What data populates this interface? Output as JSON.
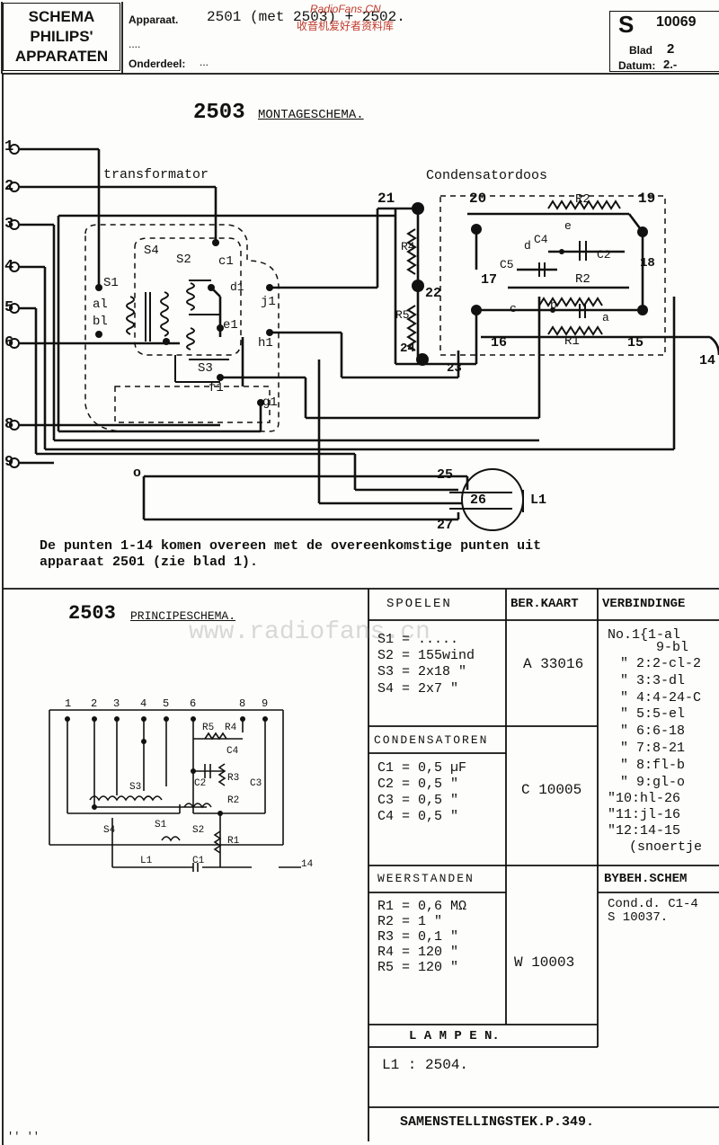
{
  "header": {
    "brand_line1": "SCHEMA",
    "brand_line2": "PHILIPS'",
    "brand_line3": "APPARATEN",
    "apparaat_label": "Apparaat.",
    "apparaat_value": "2501 (met 2503) + 2502.",
    "apparaat_dots": "....",
    "onderdeel_label": "Onderdeel:",
    "onderdeel_value": "...",
    "s_prefix": "S",
    "s_number": "10069",
    "blad_label": "Blad",
    "blad_value": "2",
    "datum_label": "Datum:",
    "datum_value": "2.-",
    "watermark_top": "RadioFans.CN",
    "watermark_cn": "收音机爱好者资料库",
    "watermark_mid": "www.radiofans.cn"
  },
  "montage": {
    "title_num": "2503",
    "title_text": "MONTAGESCHEMA.",
    "transformator": "transformator",
    "condensatordoos": "Condensatordoos",
    "terminals": [
      "1",
      "2",
      "3",
      "4",
      "5",
      "6",
      "8",
      "9"
    ],
    "points": {
      "p14": "14",
      "p15": "15",
      "p16": "16",
      "p17": "17",
      "p18": "18",
      "p19": "19",
      "p20": "20",
      "p21": "21",
      "p22": "22",
      "p23": "23",
      "p24": "24",
      "p25": "25",
      "p26": "26",
      "p27": "27",
      "o": "o"
    },
    "labels": {
      "S1": "S1",
      "al": "al",
      "bl": "bl",
      "S4": "S4",
      "S2": "S2",
      "S3": "S3",
      "c1": "c1",
      "d1": "d1",
      "e1": "e1",
      "f1": "f1",
      "g1": "g1",
      "h1": "h1",
      "j1": "j1",
      "R1": "R1",
      "R2": "R2",
      "R2b": "R2",
      "R4": "R4",
      "R5": "R5",
      "C2": "C2",
      "C4": "C4",
      "C5": "C5",
      "a": "a",
      "b": "b",
      "c": "c",
      "d": "d",
      "e": "e",
      "L1": "L1"
    },
    "note_line1": "De punten 1-14 komen overeen met de overeenkomstige punten uit",
    "note_line2": "apparaat 2501 (zie blad 1)."
  },
  "principe": {
    "title_num": "2503",
    "title_text": "PRINCIPESCHEMA.",
    "numbers": [
      "1",
      "2",
      "3",
      "4",
      "5",
      "6",
      "8",
      "9",
      "14"
    ],
    "labels": {
      "S3": "S3",
      "S4": "S4",
      "S1": "S1",
      "S2": "S2",
      "R1": "R1",
      "R2": "R2",
      "R3": "R3",
      "R4": "R4",
      "R5": "R5",
      "C1": "C1",
      "C2": "C2",
      "C3": "C3",
      "C4": "C4",
      "L1": "L1"
    }
  },
  "tables": {
    "spoelen_header": "SPOELEN",
    "spoelen_rows": [
      "S1 = .....",
      "S2 = 155wind",
      "S3 = 2x18 \"",
      "S4 = 2x7 \""
    ],
    "ber_kaart_header": "BER.KAART",
    "ber_kaart_spoelen": "A 33016",
    "condensatoren_header": "CONDENSATOREN",
    "condensatoren_rows": [
      "C1 = 0,5 µF",
      "C2 = 0,5 \"",
      "C3 = 0,5 \"",
      "C4 = 0,5 \""
    ],
    "ber_kaart_cond": "C 10005",
    "weerstanden_header": "WEERSTANDEN",
    "weerstanden_rows": [
      "R1 = 0,6 MΩ",
      "R2 = 1 \"",
      "R3 = 0,1 \"",
      "R4 = 120 \"",
      "R5 = 120 \""
    ],
    "ber_kaart_weer": "W 10003",
    "verbindingen_header": "VERBINDINGE",
    "verbindingen_rows": [
      "No.1{1-al",
      "      9-bl",
      "\" 2:2-cl-2",
      "\" 3:3-dl",
      "\" 4:4-24-C",
      "\" 5:5-el",
      "\" 6:6-18",
      "\" 7:8-21",
      "\" 8:fl-b",
      "\" 9:gl-o",
      "\"10:hl-26",
      "\"11:jl-16",
      "\"12:14-15",
      "(snoertje"
    ],
    "bybeh_header": "BYBEH.SCHEM",
    "bybeh_line1": "Cond.d. C1-4",
    "bybeh_line2": "S 10037.",
    "lampen_header": "L A M P E N.",
    "lampen_row": "L1 : 2504.",
    "samenstelling": "SAMENSTELLINGSTEK.P.349."
  },
  "footer_marks": "'' ''"
}
